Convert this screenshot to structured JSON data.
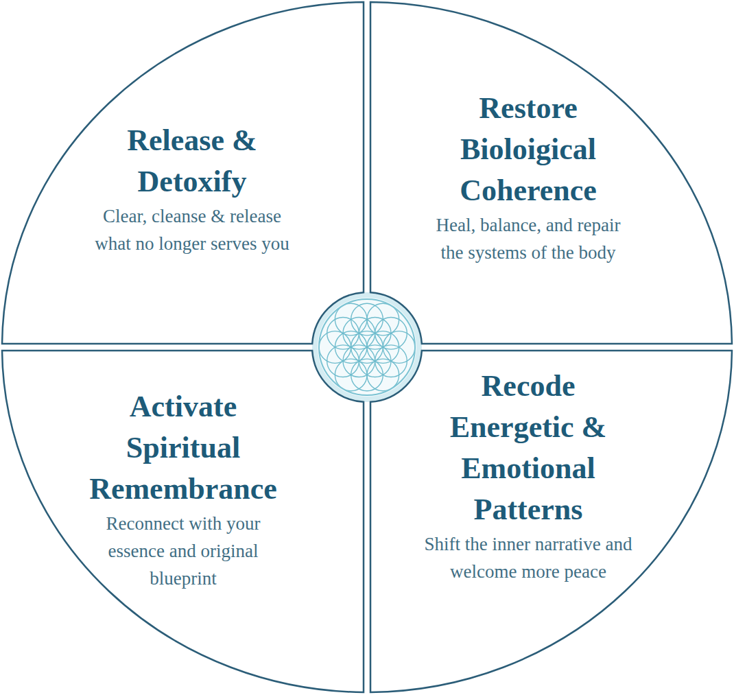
{
  "diagram": {
    "nodes": [
      {
        "text": [
          "Release & Detoxify",
          "Clear, cleanse & release what no longer serves you"
        ]
      },
      {
        "text": [
          "Restore Bioloigical Coherence",
          "Heal, balance, and repair the systems of the body"
        ]
      },
      {
        "text": [
          "Activate Spiritual Remembrance",
          "Reconnect with your essence and original blueprint"
        ]
      },
      {
        "text": [
          "Recode Energetic & Emotional Patterns",
          "Shift the inner narrative and welcome more peace"
        ]
      }
    ]
  }
}
